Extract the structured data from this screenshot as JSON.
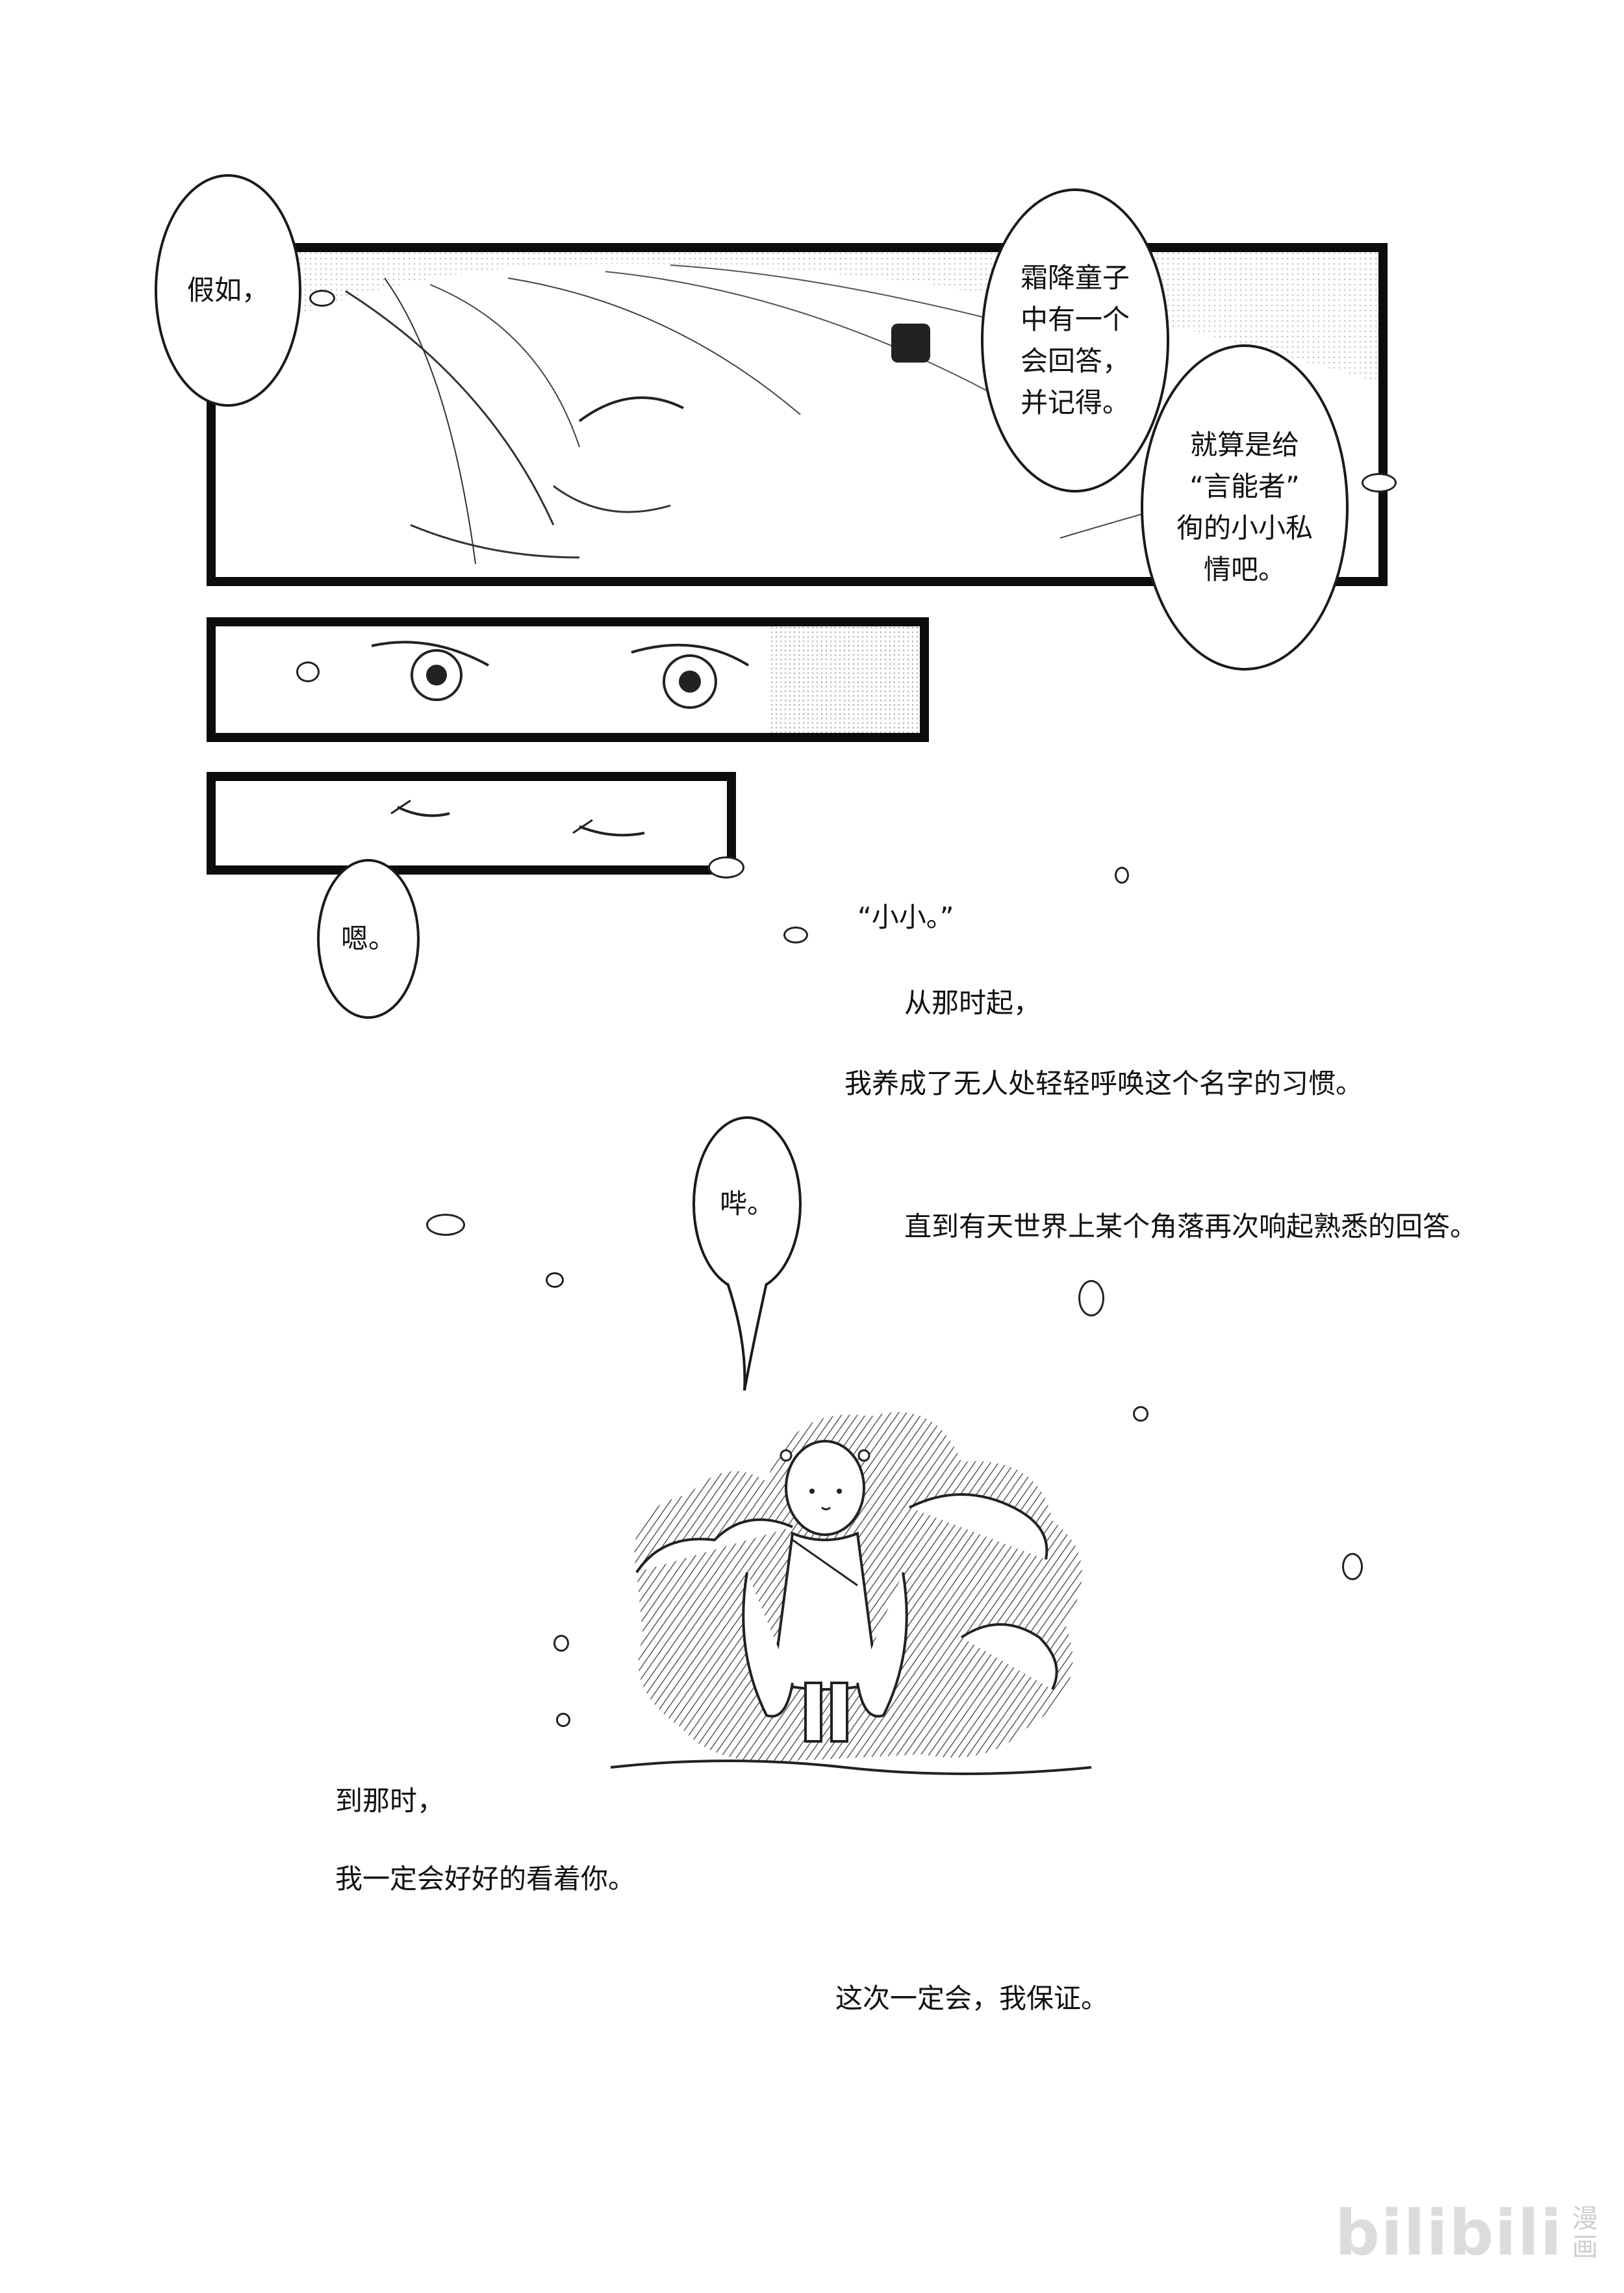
{
  "bubbles": {
    "jiaru": "假如，",
    "shuangjiang": "霜降童子\n中有一个\n会回答，\n并记得。",
    "jiusuan": "就算是给\n“言能者”\n徇的小小私\n情吧。",
    "en": "嗯。",
    "bi": "哔。"
  },
  "narration": {
    "xiaoxiao": "“小小。”",
    "congnashi": "从那时起，",
    "woyangcheng": "我养成了无人处轻轻呼唤这个名字的习惯。",
    "zhidao": "直到有天世界上某个角落再次响起熟悉的回答。",
    "daonashi": "到那时，",
    "woyiding": "我一定会好好的看着你。",
    "zheci": "这次一定会，我保证。"
  },
  "watermark": {
    "brand": "bilibili",
    "label_top": "漫",
    "label_bottom": "画"
  }
}
